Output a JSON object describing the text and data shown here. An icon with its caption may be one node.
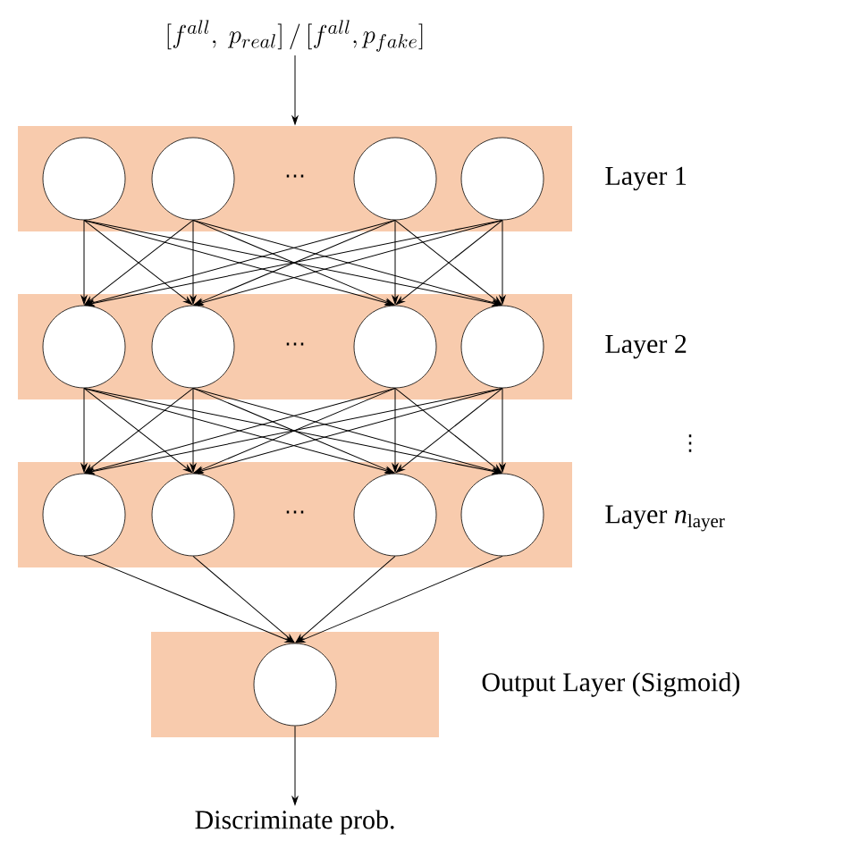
{
  "diagram": {
    "nodes": [
      {
        "text": [
          "[f^{all},\\ p_{real}]\\,/\\,[f^{all},p_{fake}]"
        ]
      },
      {
        "text": [
          "Layer 1"
        ]
      },
      {
        "text": [],
        "shape": "circle",
        "in": 1
      },
      {
        "text": [],
        "shape": "circle",
        "in": 1
      },
      {
        "text": [],
        "shape": "circle",
        "in": 1
      },
      {
        "text": [],
        "shape": "circle",
        "in": 1
      },
      {
        "text": [
          "Layer 2"
        ]
      },
      {
        "text": [],
        "shape": "circle",
        "in": 6
      },
      {
        "text": [],
        "shape": "circle",
        "in": 6
      },
      {
        "text": [],
        "shape": "circle",
        "in": 6
      },
      {
        "text": [],
        "shape": "circle",
        "in": 6
      },
      {
        "text": [
          "Layer *n*$_{layer}$"
        ]
      },
      {
        "text": [],
        "shape": "circle",
        "in": 11
      },
      {
        "text": [],
        "shape": "circle",
        "in": 11
      },
      {
        "text": [],
        "shape": "circle",
        "in": 11
      },
      {
        "text": [],
        "shape": "circle",
        "in": 11
      },
      {
        "text": [
          "Output Layer (Sigmoid)"
        ]
      },
      {
        "text": [],
        "shape": "circle",
        "in": 16
      },
      {
        "text": [
          "Discriminate prob."
        ]
      }
    ],
    "edges": [
      {
        "from": 0,
        "to": 1,
        "arrow": "to"
      },
      {
        "from": 2,
        "to": 7,
        "arrow": "to"
      },
      {
        "from": 2,
        "to": 8,
        "arrow": "to"
      },
      {
        "from": 2,
        "to": 9,
        "arrow": "to"
      },
      {
        "from": 2,
        "to": 10,
        "arrow": "to"
      },
      {
        "from": 3,
        "to": 7,
        "arrow": "to"
      },
      {
        "from": 3,
        "to": 8,
        "arrow": "to"
      },
      {
        "from": 3,
        "to": 9,
        "arrow": "to"
      },
      {
        "from": 3,
        "to": 10,
        "arrow": "to"
      },
      {
        "from": 4,
        "to": 7,
        "arrow": "to"
      },
      {
        "from": 4,
        "to": 8,
        "arrow": "to"
      },
      {
        "from": 4,
        "to": 9,
        "arrow": "to"
      },
      {
        "from": 4,
        "to": 10,
        "arrow": "to"
      },
      {
        "from": 5,
        "to": 7,
        "arrow": "to"
      },
      {
        "from": 5,
        "to": 8,
        "arrow": "to"
      },
      {
        "from": 5,
        "to": 9,
        "arrow": "to"
      },
      {
        "from": 5,
        "to": 10,
        "arrow": "to"
      },
      {
        "from": 7,
        "to": 12,
        "arrow": "to"
      },
      {
        "from": 7,
        "to": 13,
        "arrow": "to"
      },
      {
        "from": 7,
        "to": 14,
        "arrow": "to"
      },
      {
        "from": 7,
        "to": 15,
        "arrow": "to"
      },
      {
        "from": 8,
        "to": 12,
        "arrow": "to"
      },
      {
        "from": 8,
        "to": 13,
        "arrow": "to"
      },
      {
        "from": 8,
        "to": 14,
        "arrow": "to"
      },
      {
        "from": 8,
        "to": 15,
        "arrow": "to"
      },
      {
        "from": 9,
        "to": 12,
        "arrow": "to"
      },
      {
        "from": 9,
        "to": 13,
        "arrow": "to"
      },
      {
        "from": 9,
        "to": 14,
        "arrow": "to"
      },
      {
        "from": 9,
        "to": 15,
        "arrow": "to"
      },
      {
        "from": 10,
        "to": 12,
        "arrow": "to"
      },
      {
        "from": 10,
        "to": 13,
        "arrow": "to"
      },
      {
        "from": 10,
        "to": 14,
        "arrow": "to"
      },
      {
        "from": 10,
        "to": 15,
        "arrow": "to"
      },
      {
        "from": 12,
        "to": 17,
        "arrow": "to"
      },
      {
        "from": 13,
        "to": 17,
        "arrow": "to"
      },
      {
        "from": 14,
        "to": 17,
        "arrow": "to"
      },
      {
        "from": 15,
        "to": 17,
        "arrow": "to"
      },
      {
        "from": 17,
        "to": 18,
        "arrow": "to"
      }
    ],
    "labels": [
      "⋯",
      "⋯",
      "⋯",
      "⋮"
    ]
  }
}
